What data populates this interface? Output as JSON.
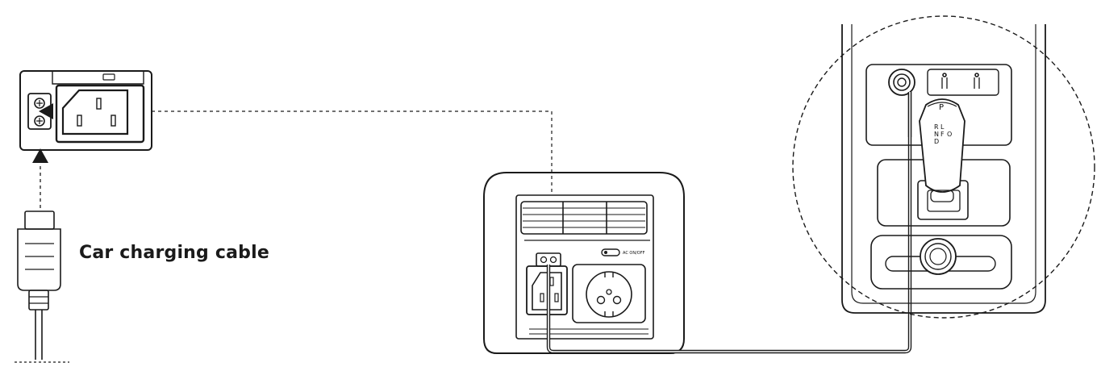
{
  "labels": {
    "car_charging_cable": "Car charging cable",
    "ac_switch": "AC ON/OFF"
  },
  "gear_letters": {
    "park": "P",
    "column1": [
      "R",
      "N",
      "D"
    ],
    "column2": [
      "L",
      "F"
    ],
    "column3": "O"
  },
  "colors": {
    "line": "#1a1a1a",
    "fill": "#ffffff"
  }
}
